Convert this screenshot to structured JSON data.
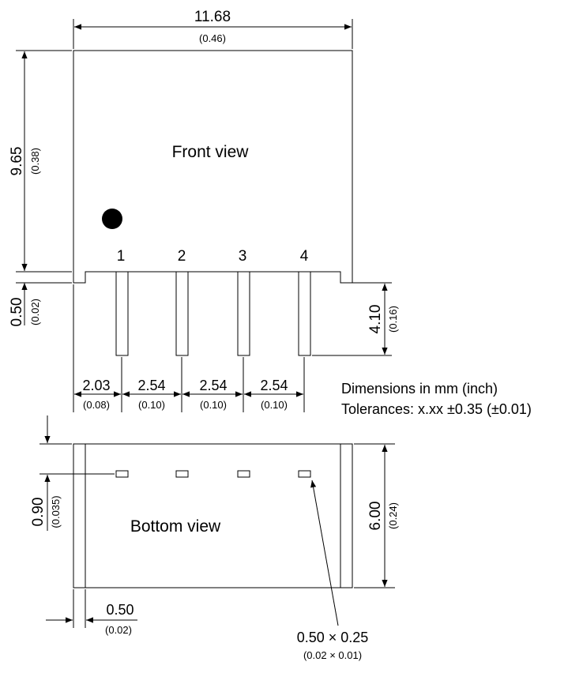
{
  "front_view": {
    "label": "Front view",
    "pin_labels": [
      "1",
      "2",
      "3",
      "4"
    ],
    "width": {
      "mm": "11.68",
      "inch": "(0.46)"
    },
    "height": {
      "mm": "9.65",
      "inch": "(0.38)"
    },
    "standoff": {
      "mm": "0.50",
      "inch": "(0.02)"
    },
    "pin_length": {
      "mm": "4.10",
      "inch": "(0.16)"
    },
    "pitch": [
      {
        "mm": "2.03",
        "inch": "(0.08)"
      },
      {
        "mm": "2.54",
        "inch": "(0.10)"
      },
      {
        "mm": "2.54",
        "inch": "(0.10)"
      },
      {
        "mm": "2.54",
        "inch": "(0.10)"
      }
    ]
  },
  "notes": {
    "units": "Dimensions in mm (inch)",
    "tolerances": "Tolerances: x.xx  ±0.35 (±0.01)"
  },
  "bottom_view": {
    "label": "Bottom view",
    "depth": {
      "mm": "6.00",
      "inch": "(0.24)"
    },
    "pin_offset": {
      "mm": "0.90",
      "inch": "(0.035)"
    },
    "rim": {
      "mm": "0.50",
      "inch": "(0.02)"
    },
    "pin_size": {
      "mm": "0.50 × 0.25",
      "inch": "(0.02 × 0.01)"
    }
  }
}
